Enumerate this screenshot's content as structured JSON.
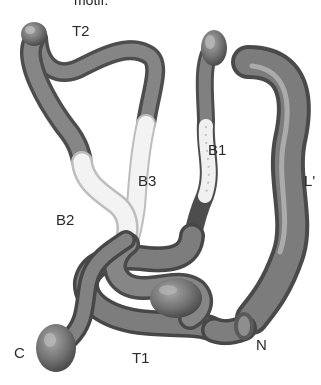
{
  "caption_fragment": "motif.",
  "labels": {
    "t2": "T2",
    "b1": "B1",
    "b3": "B3",
    "l": "L'",
    "b2": "B2",
    "c": "C",
    "t1": "T1",
    "n": "N"
  },
  "colors": {
    "tube_dark": "#4f4f4f",
    "tube_mid": "#808080",
    "tube_light": "#b9b9b9",
    "tube_white": "#f2f2f2",
    "tube_white_edge": "#bdbdbd",
    "label": "#2a2a2a"
  }
}
